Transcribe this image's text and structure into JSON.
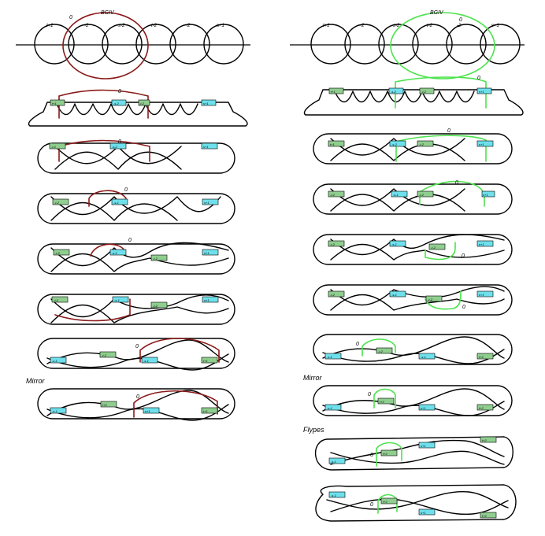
{
  "left": {
    "header": {
      "bgiv_label": "BGIV",
      "zero_label": "0",
      "coefficients": [
        "t+1",
        "-2",
        "-s-2",
        "-t-2",
        "-2",
        "s+1"
      ]
    },
    "colors": {
      "accent": "#8b1a1a",
      "box_green": "#8fce8f",
      "box_cyan": "#6ee0ec"
    },
    "panels": [
      {
        "zero": "0",
        "boxes": [
          "t+1",
          "-s-2",
          "-t-2",
          "s+1"
        ]
      },
      {
        "zero": "0",
        "boxes": [
          "-t-1",
          "-s-2",
          "s+1"
        ]
      },
      {
        "zero": "0",
        "boxes": [
          "-t-2",
          "-s-1",
          "s+1"
        ]
      },
      {
        "zero": "0",
        "boxes": [
          "-t-2",
          "-s-1",
          "-t-2",
          "s+1"
        ]
      },
      {
        "zero": "",
        "boxes": [
          "-t-2",
          "-s-1",
          "-t-2",
          "s+1"
        ]
      },
      {
        "zero": "0",
        "boxes": [
          "-s-1",
          "-t-2",
          "-s-1",
          "t+1"
        ]
      }
    ],
    "mirror_label": "Mirror",
    "mirror_panel": {
      "zero": "0",
      "boxes": [
        "-s-1",
        "t+2",
        "s+1",
        "t+1"
      ]
    }
  },
  "right": {
    "header": {
      "bgiv_label": "BGIV",
      "zero_label": "0",
      "coefficients": [
        "t+1",
        "-2",
        "-s-2",
        "-t-2",
        "-2",
        "s+1"
      ]
    },
    "colors": {
      "accent": "#4de34d",
      "box_green": "#8fce8f",
      "box_cyan": "#6ee0ec"
    },
    "panels": [
      {
        "zero": "0",
        "boxes": [
          "t+1",
          "-s-2",
          "-t-2",
          "s+1"
        ]
      },
      {
        "zero": "0",
        "boxes": [
          "t+1",
          "-s-2",
          "-t-2",
          "s+1"
        ]
      },
      {
        "zero": "0",
        "boxes": [
          "-t-2",
          "-s-1",
          "-t-2",
          "s+1"
        ]
      },
      {
        "zero": "0",
        "boxes": [
          "-t-2",
          "-s-1",
          "-t-2",
          "s+1"
        ]
      },
      {
        "zero": "0",
        "boxes": [
          "-t-2",
          "-s-1",
          "-t-2",
          "s+1"
        ]
      },
      {
        "zero": "0",
        "boxes": [
          "-s-1",
          "-t-2",
          "-s-1",
          "t+2"
        ]
      }
    ],
    "mirror_label": "Mirror",
    "mirror_panel": {
      "zero": "0",
      "boxes": [
        "-s-1",
        "t+2",
        "s+1",
        "t+2"
      ]
    },
    "flypes_label": "Flypes",
    "flype_panels": [
      {
        "zero": "0",
        "boxes": [
          "-s-1",
          "t+2",
          "s+1",
          "t+2"
        ]
      },
      {
        "zero": "0",
        "boxes": [
          "-s-1",
          "t+2",
          "s+1",
          "t+2"
        ]
      }
    ]
  }
}
